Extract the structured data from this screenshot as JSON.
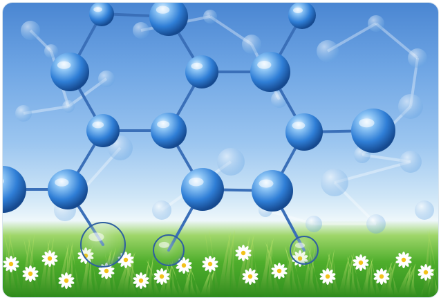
{
  "image": {
    "subject": "molecule-over-meadow",
    "colors": {
      "sky_top": "#4a86d2",
      "sky_mid": "#9cc6f0",
      "horizon": "#eef7fb",
      "grass_light": "#9fd66a",
      "grass_dark": "#2f8f1e",
      "atom": "#3f8fe0",
      "bond": "#3a6fb8",
      "flower_petal": "#ffffff",
      "flower_center": "#f2c21a"
    },
    "icons": [
      "atom-sphere",
      "bond-line",
      "daisy-flower",
      "grass-blade",
      "background-atom"
    ]
  }
}
